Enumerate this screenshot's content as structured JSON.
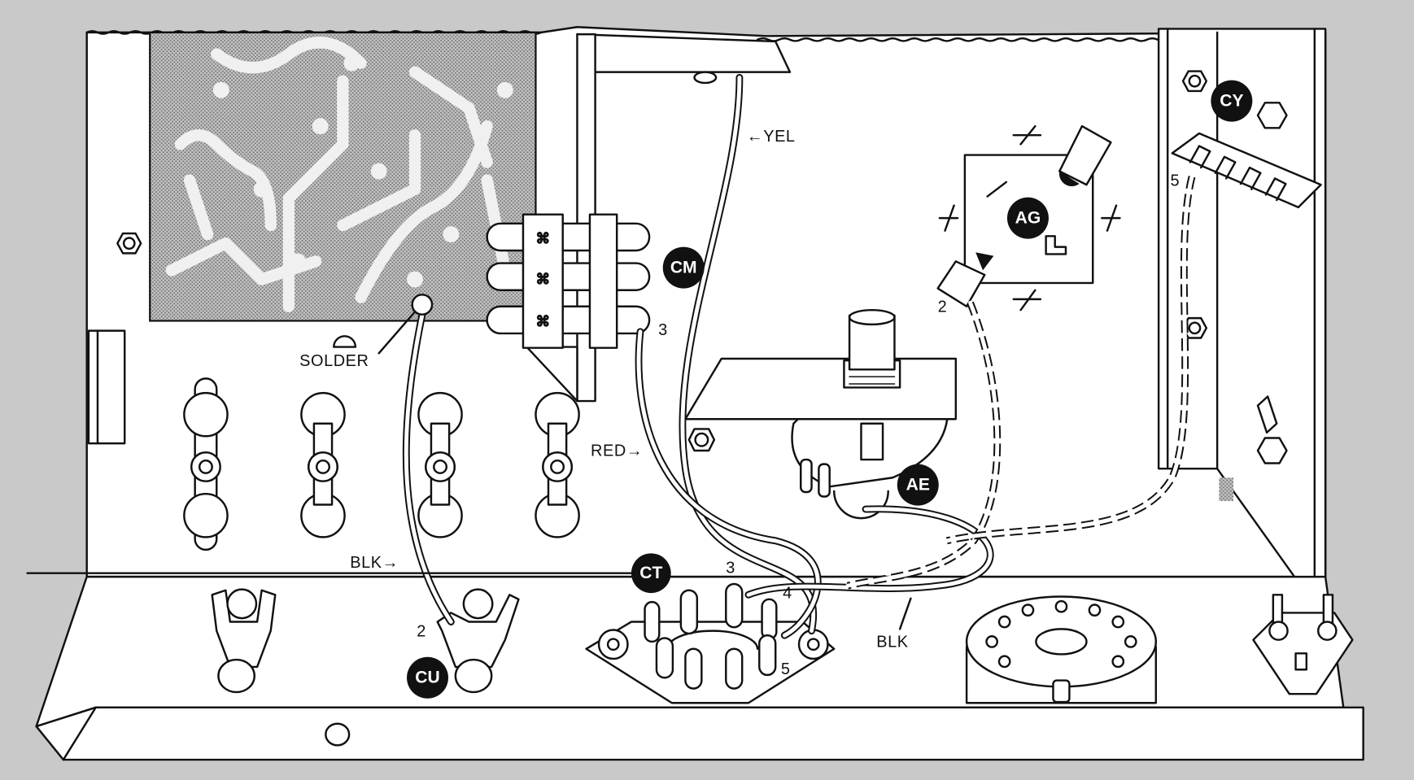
{
  "diagram": {
    "kind": "chassis wiring pictorial",
    "colors": {
      "background": "#c9c9c9",
      "chassis": "#ffffff",
      "ink": "#111111",
      "pcb_stipple": "#a9a9a9"
    },
    "callouts": [
      {
        "id": "CM",
        "text": "CM"
      },
      {
        "id": "AG",
        "text": "AG"
      },
      {
        "id": "AE",
        "text": "AE"
      },
      {
        "id": "CT",
        "text": "CT"
      },
      {
        "id": "CU",
        "text": "CU"
      },
      {
        "id": "CY",
        "text": "CY"
      }
    ],
    "wire_labels": {
      "yel": "←YEL",
      "red": "RED→",
      "blk_left": "BLK→",
      "blk_bottom": "BLK",
      "solder": "SOLDER"
    },
    "pin_numbers": {
      "cm_lug": "3",
      "ag_lug": "2",
      "cy_lug": "5",
      "ct_pin3": "3",
      "ct_pin4": "4",
      "ct_pin5": "5",
      "cu_lug": "2"
    }
  }
}
